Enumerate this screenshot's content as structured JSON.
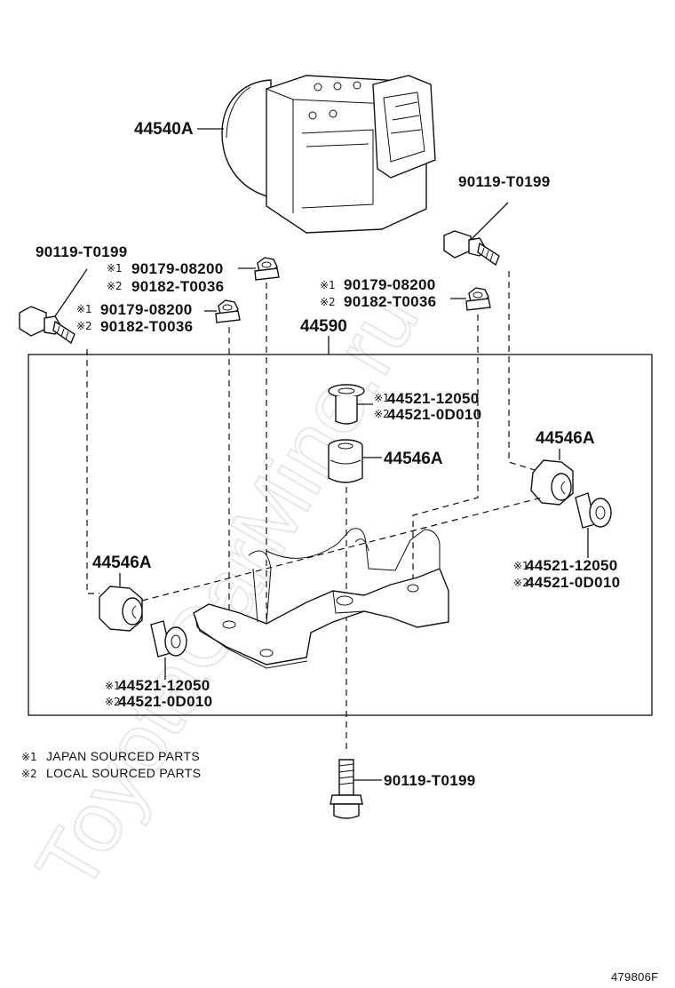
{
  "watermark": "ToyotaCarMine.ru",
  "diagram_id": "479806F",
  "mark1": "※1",
  "mark2": "※2",
  "callouts": {
    "abs_unit": "44540A",
    "bracket_assy": "44590",
    "cushion_center": "44546A",
    "cushion_right": "44546A",
    "cushion_left": "44546A",
    "bolt_top_right": "90119-T0199",
    "bolt_top_left": "90119-T0199",
    "bolt_bottom": "90119-T0199",
    "nut_left_1": "90179-08200",
    "nut_left_2": "90182-T0036",
    "nut_mid_1": "90179-08200",
    "nut_mid_2": "90182-T0036",
    "nut_right_1": "90179-08200",
    "nut_right_2": "90182-T0036",
    "collar_center_1": "44521-12050",
    "collar_center_2": "44521-0D010",
    "collar_right_1": "44521-12050",
    "collar_right_2": "44521-0D010",
    "collar_left_1": "44521-12050",
    "collar_left_2": "44521-0D010"
  },
  "legend": {
    "japan": "JAPAN SOURCED PARTS",
    "local": "LOCAL SOURCED PARTS"
  }
}
